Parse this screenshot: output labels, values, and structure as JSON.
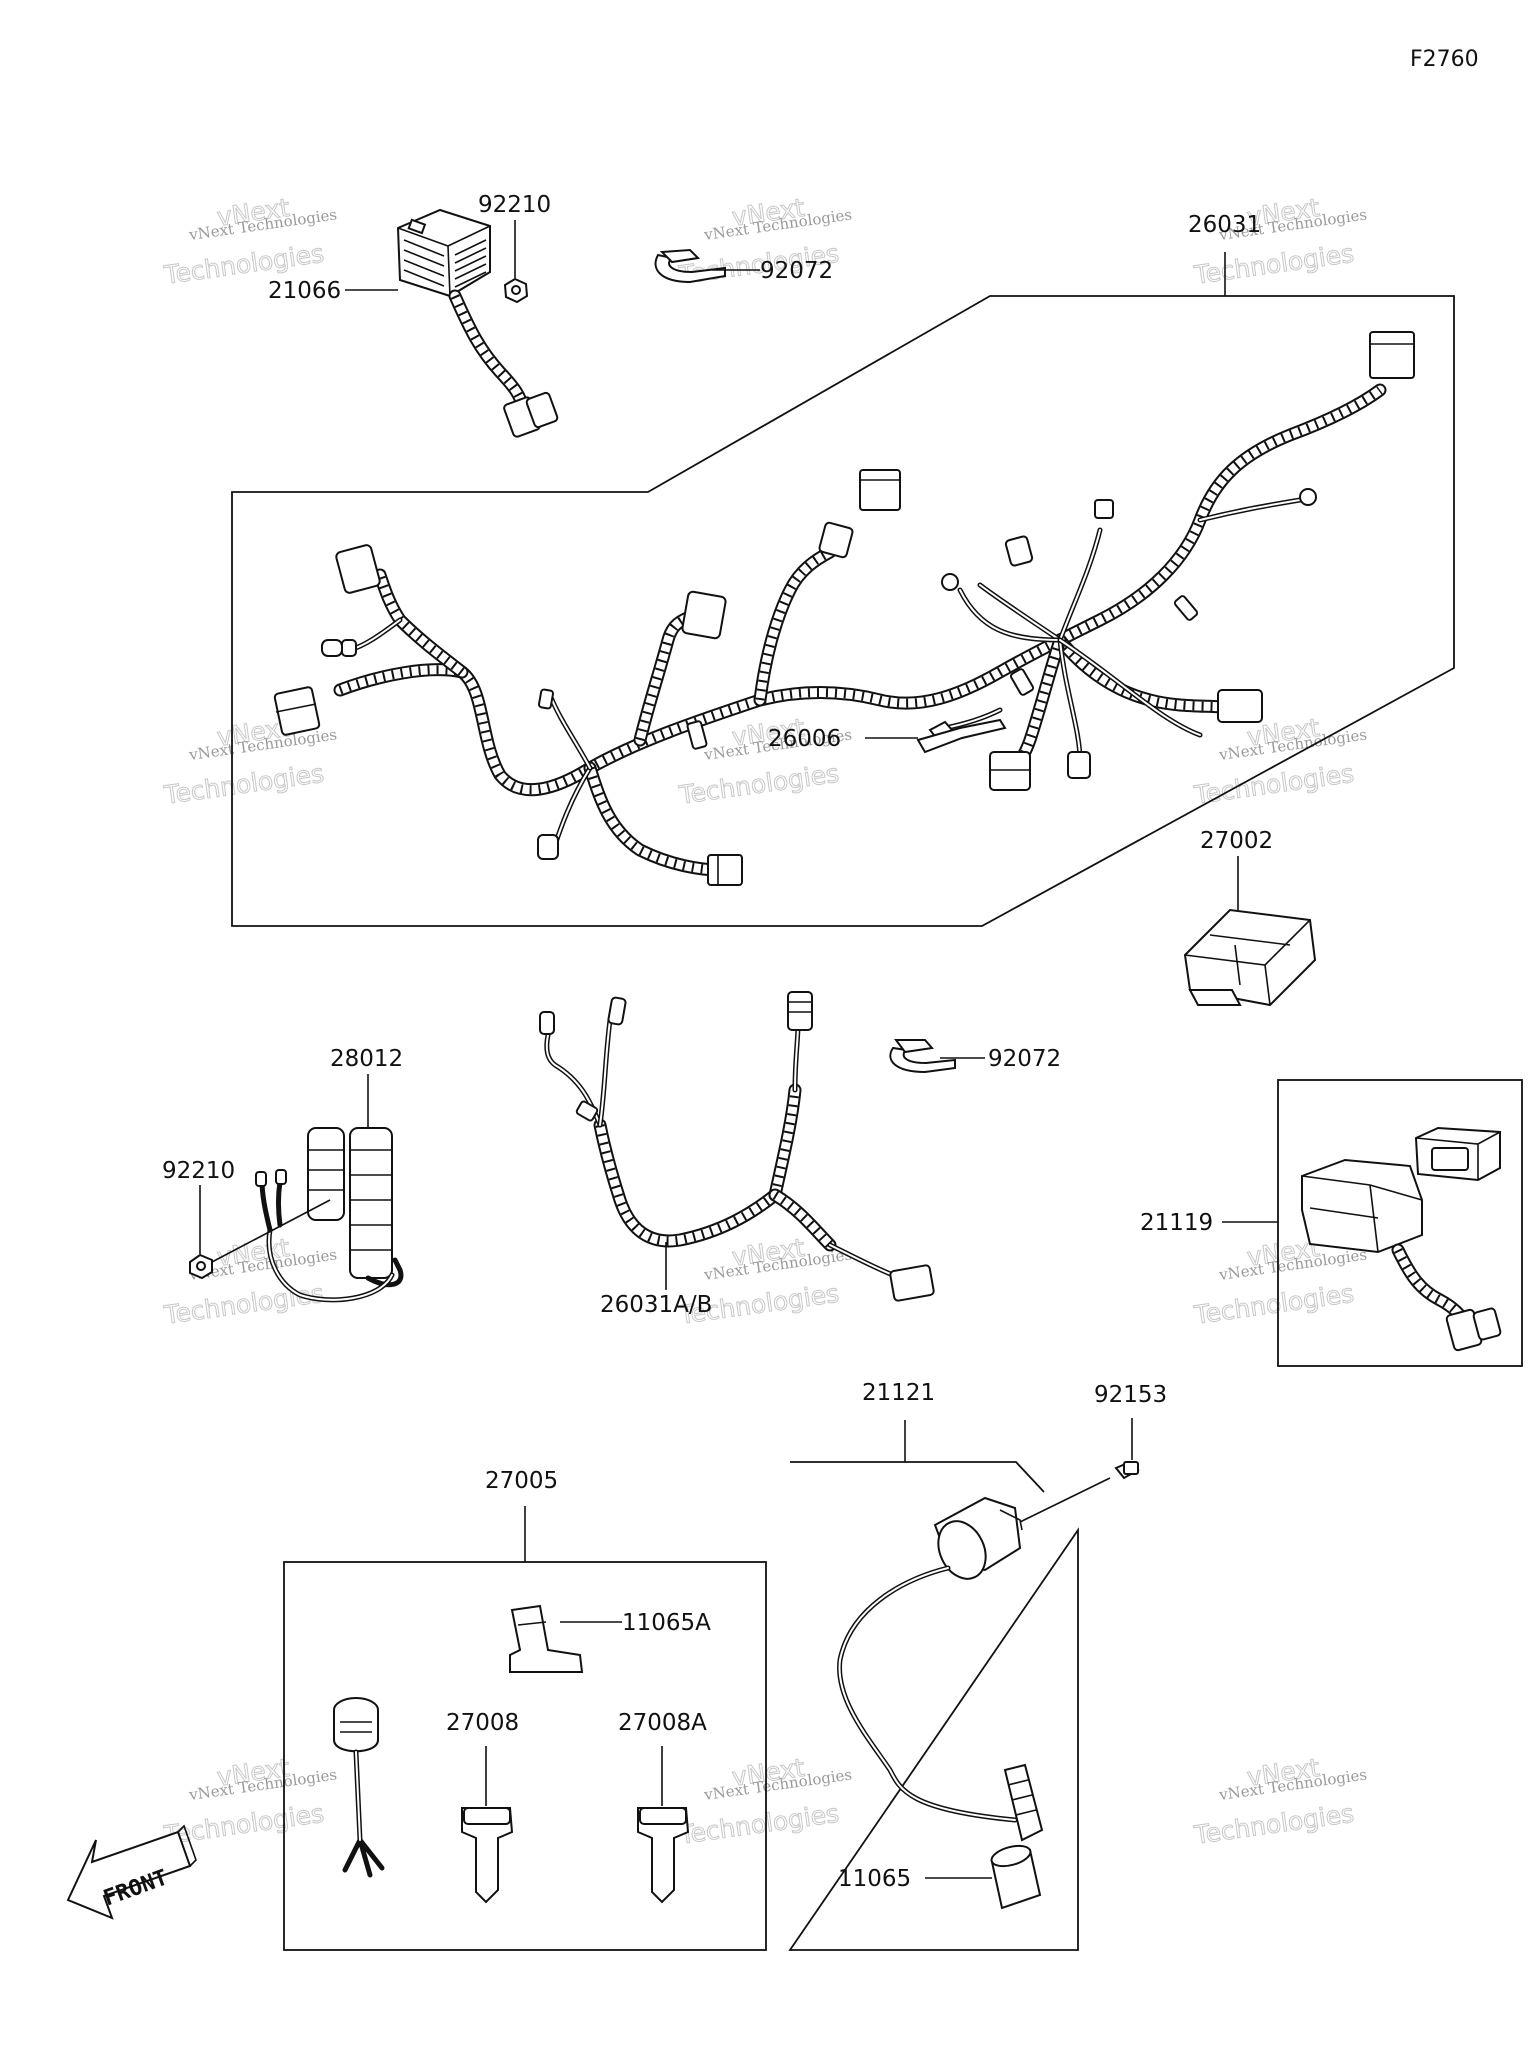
{
  "figure_code": "F2760",
  "watermark": {
    "line1": "vNext Technologies",
    "line2": "Technologies",
    "line0": "vNext"
  },
  "callouts": {
    "c92210_top": "92210",
    "c21066": "21066",
    "c92072_top": "92072",
    "c26031": "26031",
    "c26006": "26006",
    "c27002": "27002",
    "c28012": "28012",
    "c92210_mid": "92210",
    "c26031ab": "26031A/B",
    "c92072_mid": "92072",
    "c21119": "21119",
    "c21121": "21121",
    "c92153": "92153",
    "c27005": "27005",
    "c11065a": "11065A",
    "c27008": "27008",
    "c27008a": "27008A",
    "c11065": "11065"
  },
  "front_arrow": "FRONT"
}
